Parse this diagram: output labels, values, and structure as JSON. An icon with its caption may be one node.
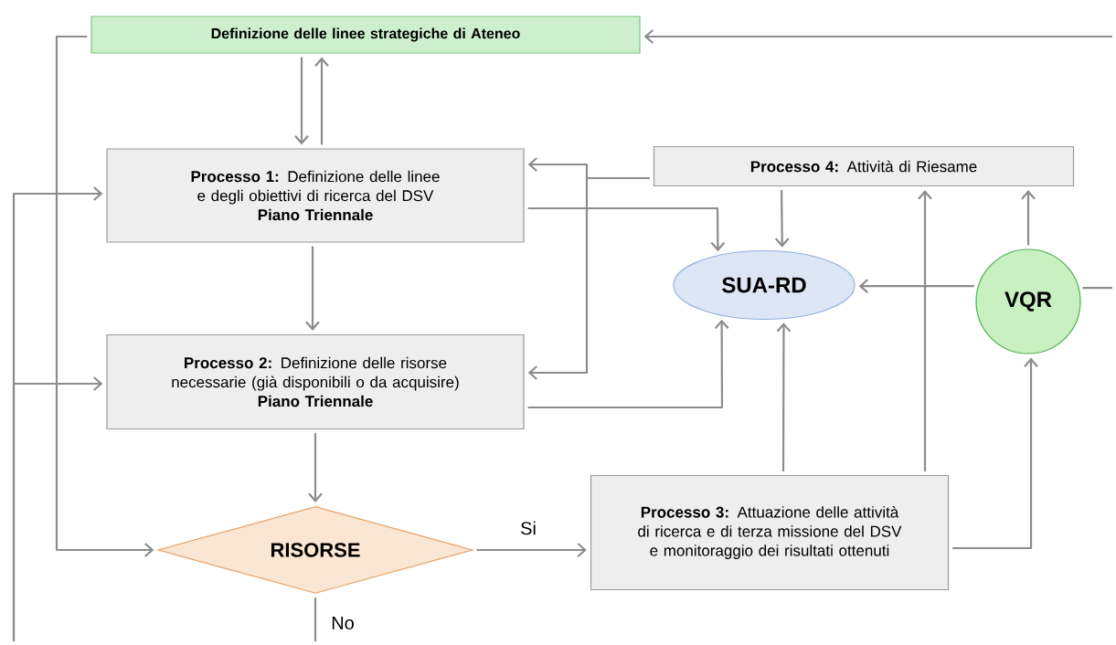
{
  "diagram": {
    "nodes": [
      {
        "text": [
          "Definizione delle linee strategiche di Ateneo"
        ]
      },
      {
        "text": [
          "**Processo 1:** Definizione delle linee e degli obiettivi di ricerca del DSV",
          "Piano Triennale"
        ]
      },
      {
        "text": [
          "**Processo 4:** Attività di Riesame"
        ]
      },
      {
        "text": [
          "SUA-RD"
        ]
      },
      {
        "text": [
          "VQR"
        ]
      },
      {
        "text": [
          "**Processo 2:** Definizione delle risorse necessarie (già disponibili o da acquisire)",
          "Piano Triennale"
        ]
      },
      {
        "text": [
          "RISORSE"
        ]
      },
      {
        "text": [
          "**Processo 3:** Attuazione delle attività di ricerca e di terza missione del DSV e monitoraggio dei risultati ottenuti"
        ]
      }
    ],
    "edges": [
      {
        "from": 0,
        "to": 1,
        "arrow": "to"
      },
      {
        "from": 1,
        "to": 0,
        "arrow": "to"
      },
      {
        "from": null,
        "to": 0,
        "arrow": "to"
      },
      {
        "from": 4,
        "to": null,
        "arrow": "none"
      },
      {
        "from": 0,
        "to": 6,
        "arrow": "to"
      },
      {
        "from": null,
        "to": 1,
        "arrow": "to"
      },
      {
        "from": null,
        "to": 5,
        "arrow": "to"
      },
      {
        "from": 2,
        "to": 1,
        "arrow": "to"
      },
      {
        "from": 2,
        "to": 5,
        "arrow": "to"
      },
      {
        "from": 1,
        "to": 3,
        "arrow": "to"
      },
      {
        "from": 2,
        "to": 3,
        "arrow": "to"
      },
      {
        "from": 5,
        "to": 3,
        "arrow": "to"
      },
      {
        "from": 7,
        "to": 3,
        "arrow": "to"
      },
      {
        "from": 7,
        "to": 2,
        "arrow": "to"
      },
      {
        "from": 7,
        "to": 4,
        "arrow": "to"
      },
      {
        "from": 4,
        "to": 3,
        "arrow": "to"
      },
      {
        "from": 4,
        "to": 2,
        "arrow": "to"
      },
      {
        "from": 1,
        "to": 5,
        "arrow": "to"
      },
      {
        "from": 5,
        "to": 6,
        "arrow": "to"
      },
      {
        "from": 6,
        "to": 7,
        "arrow": "to",
        "label": "Si"
      },
      {
        "from": 6,
        "to": null,
        "arrow": "none",
        "label": "No"
      }
    ]
  }
}
